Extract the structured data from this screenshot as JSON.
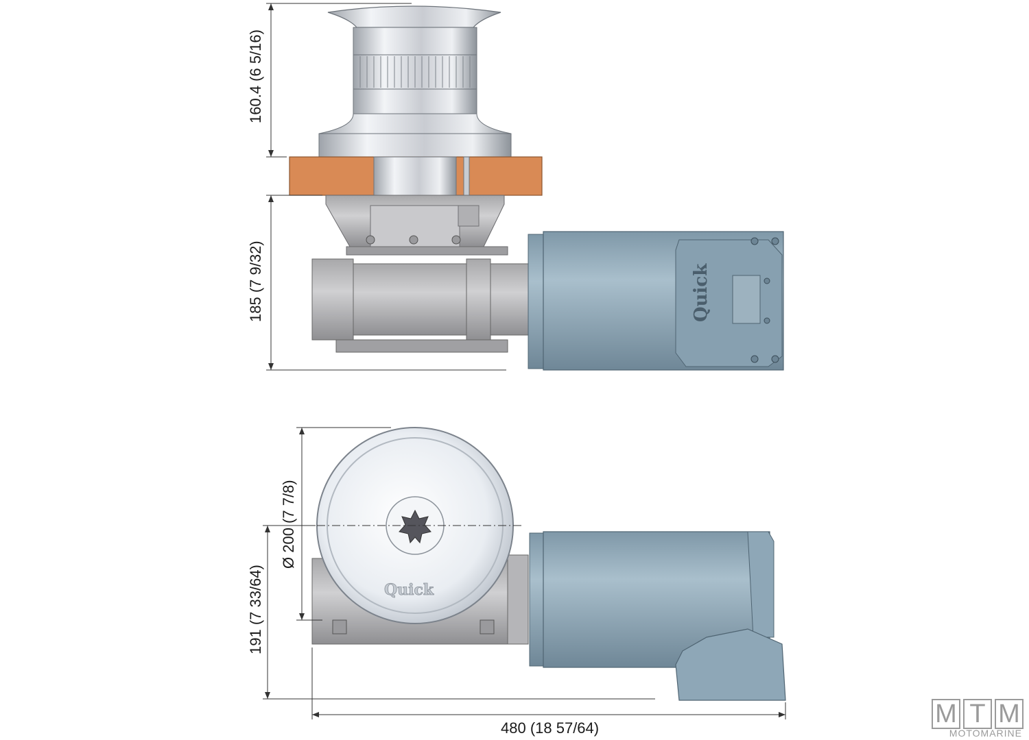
{
  "dimensions": {
    "top_cap_height": "160.4 (6 5/16)",
    "under_deck_height": "185 (7 9/32)",
    "drum_diameter": "Ø 200 (7 7/8)",
    "side_height": "191 (7 33/64)",
    "total_length": "480 (18 57/64)"
  },
  "brand_label": "Quick",
  "watermark": {
    "letters": [
      "M",
      "T",
      "M"
    ],
    "subtitle": "MOTOMARINE"
  },
  "colors": {
    "deck": "#d98a55",
    "motor": "#8ea7b7",
    "gearbox": "#b9b9bb",
    "chrome": "#dfe3e8"
  }
}
